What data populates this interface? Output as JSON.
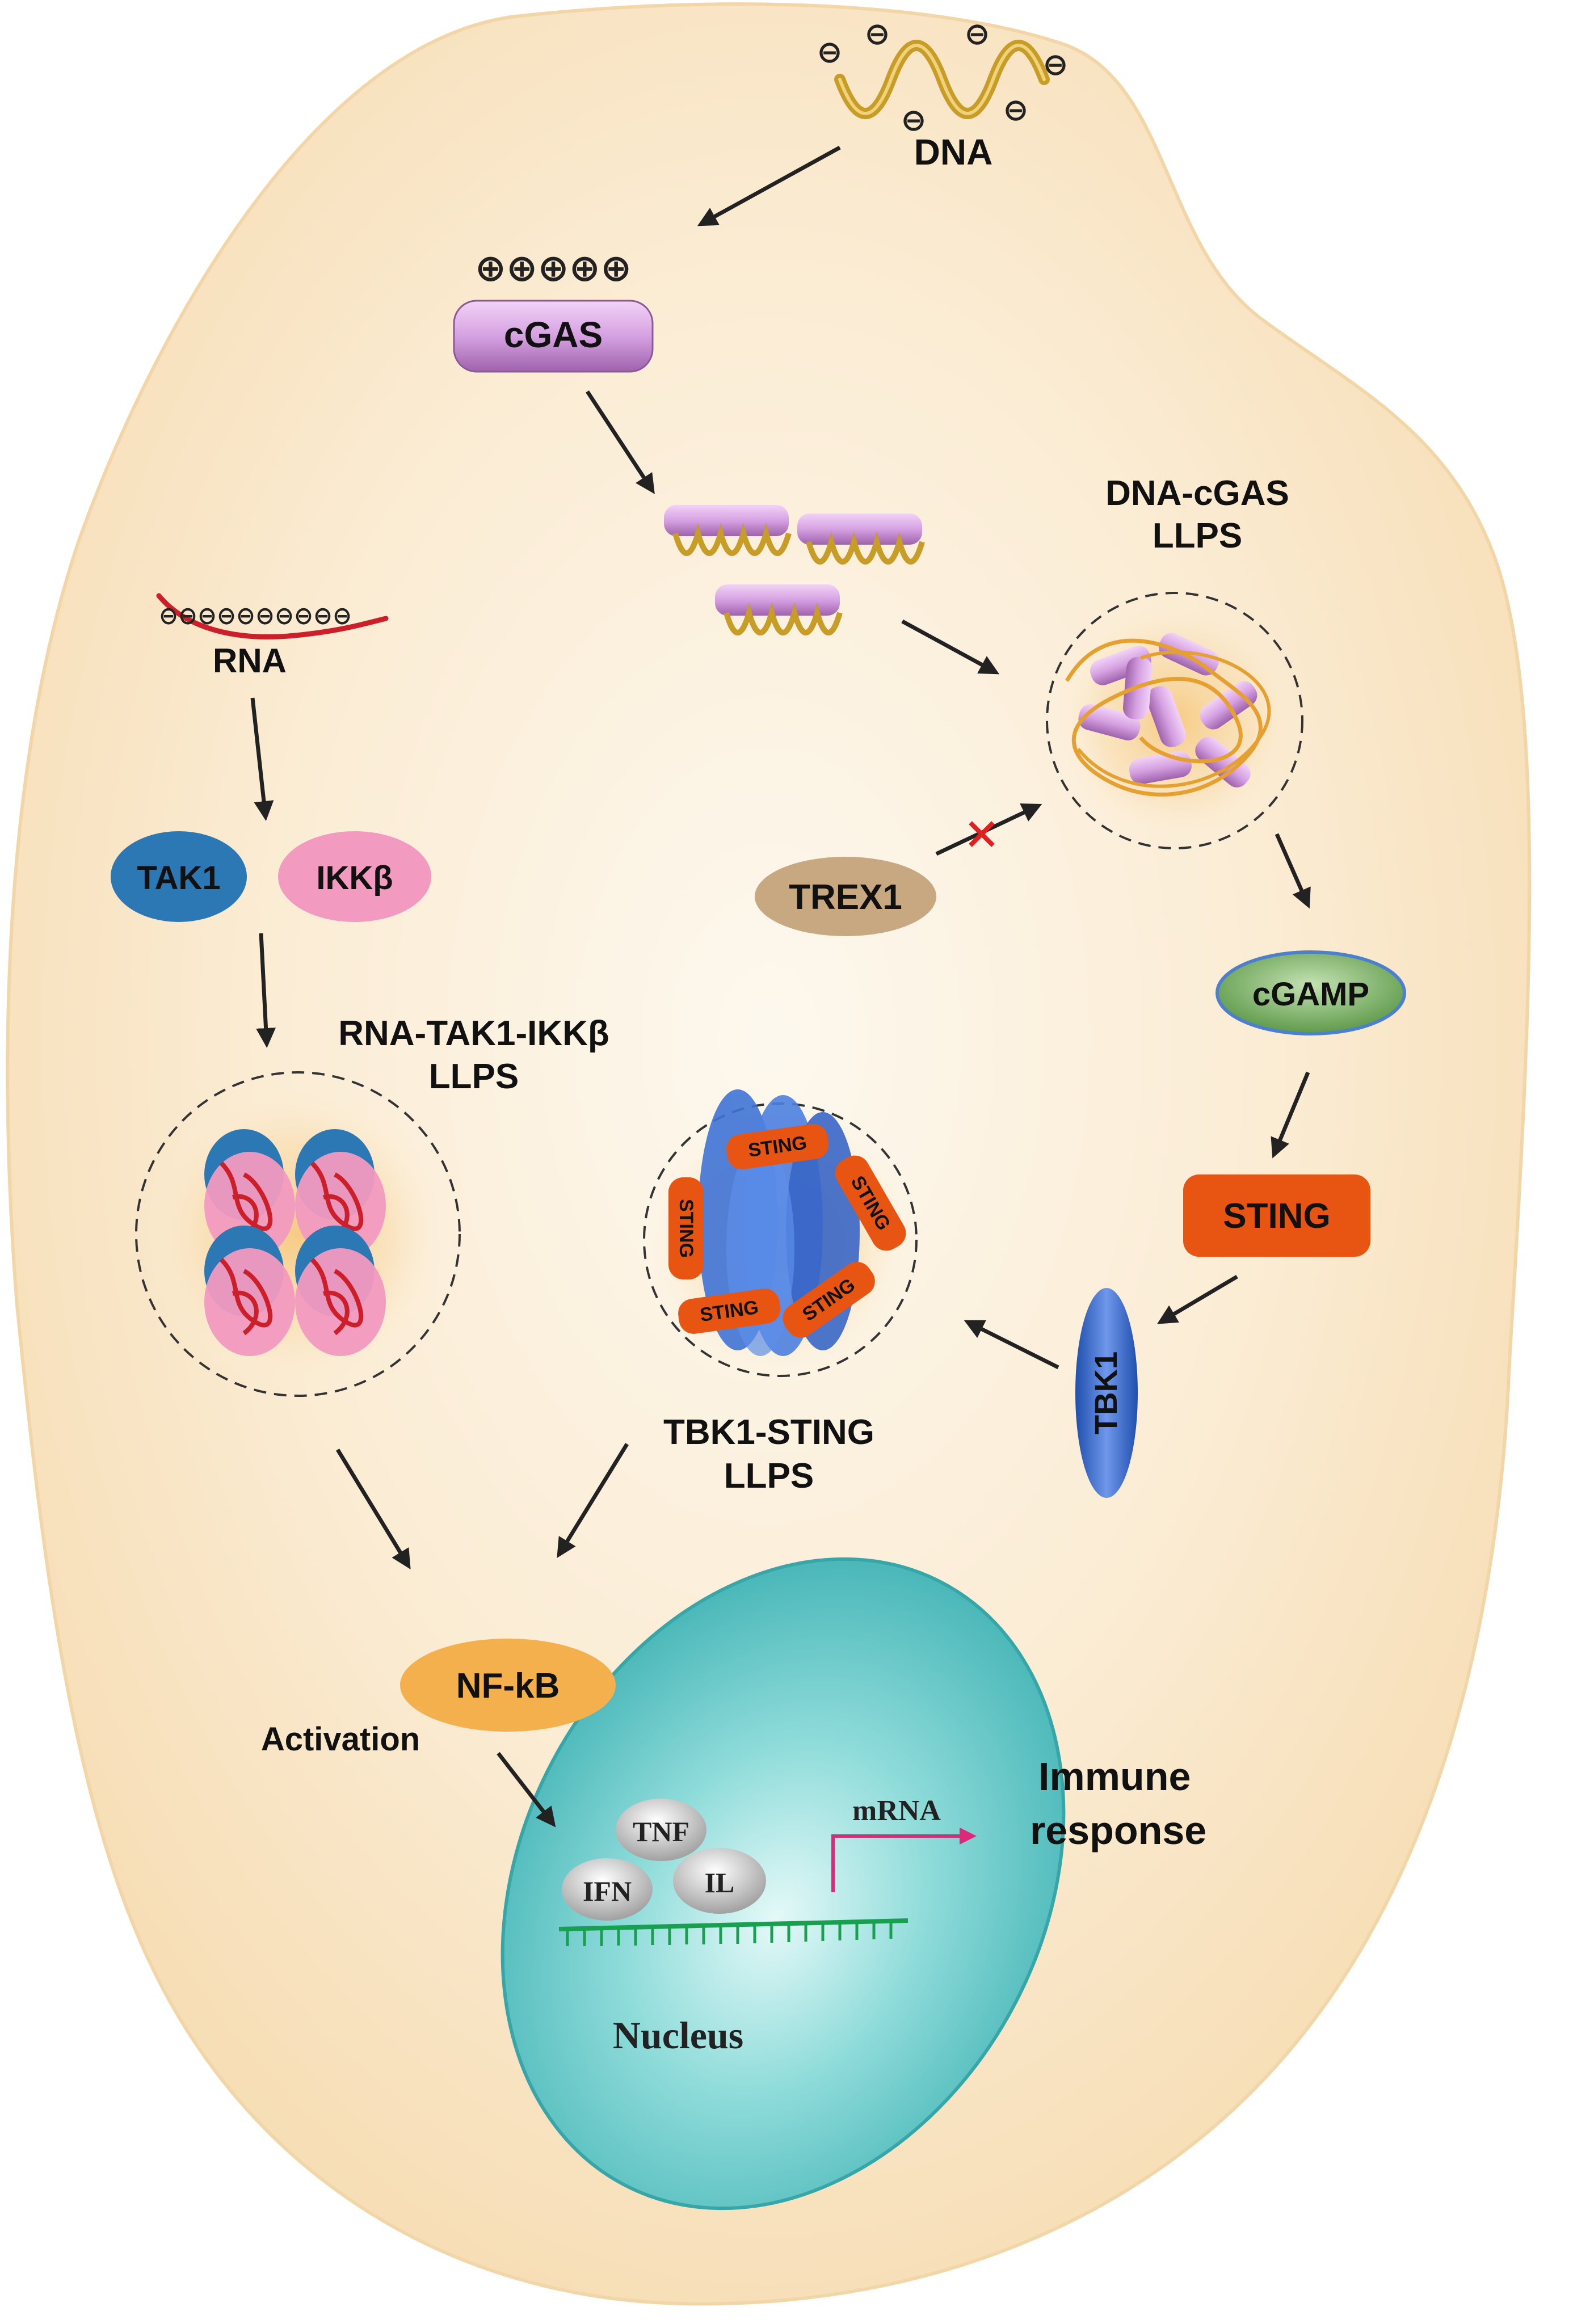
{
  "colors": {
    "cell_fill": "#f8e2bf",
    "cell_center": "#fdf7ec",
    "cgas": "#d9a8e4",
    "tak1": "#2c78b4",
    "ikkb": "#f29ac0",
    "trex1": "#c8aa82",
    "cgamp": "#7fb06a",
    "sting": "#e85512",
    "tbk1": "#3a69c9",
    "nfkb": "#f5b04e",
    "nucleus": "#5cc4c4",
    "dna_strand": "#c7a02c",
    "rna_strand": "#cc1f2a",
    "mrna_arrow": "#e0287a",
    "inhibit_x": "#e02020"
  },
  "diagram": {
    "dna": {
      "label": "DNA",
      "charge": "⊖"
    },
    "cgas": {
      "label": "cGAS",
      "charges": "⊕⊕⊕⊕⊕"
    },
    "dna_cgas_llps": {
      "line1": "DNA-cGAS",
      "line2": "LLPS"
    },
    "trex1": {
      "label": "TREX1"
    },
    "cgamp": {
      "label": "cGAMP"
    },
    "sting": {
      "label": "STING"
    },
    "tbk1": {
      "label": "TBK1"
    },
    "tbk1_sting_llps": {
      "line1": "TBK1-STING",
      "line2": "LLPS",
      "sting_tag": "STING"
    },
    "rna": {
      "label": "RNA",
      "charges": "⊖⊖⊖⊖⊖⊖⊖⊖⊖⊖"
    },
    "tak1": {
      "label": "TAK1"
    },
    "ikkb": {
      "label": "IKKβ"
    },
    "rna_tak1_ikkb_llps": {
      "line1": "RNA-TAK1-IKKβ",
      "line2": "LLPS"
    },
    "nfkb": {
      "label": "NF-kB",
      "activation": "Activation"
    },
    "nucleus": {
      "label": "Nucleus",
      "tnf": "TNF",
      "il": "IL",
      "ifn": "IFN",
      "mrna": "mRNA"
    },
    "immune_response": {
      "line1": "Immune",
      "line2": "response"
    }
  }
}
